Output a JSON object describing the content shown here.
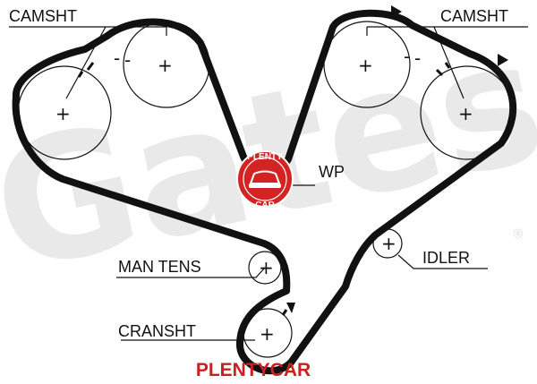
{
  "labels": {
    "camshaft_left": "CAMSHT",
    "camshaft_right": "CAMSHT",
    "water_pump": "WP",
    "manual_tensioner": "MAN TENS",
    "idler": "IDLER",
    "crankshaft": "CRANSHT"
  },
  "marks": {
    "plus": "+",
    "minus": "-"
  },
  "watermark": {
    "brand_word": "Gates",
    "registered_mark": "®"
  },
  "badge": {
    "top_text": "PLENTY",
    "bottom_text": "CAR"
  },
  "footer": {
    "brand": "PLENTYCAR"
  },
  "colors": {
    "belt": "#111111",
    "watermark": "#e9e9e9",
    "brand_red": "#cc1f1f",
    "badge_red": "#d42323"
  },
  "icons": {
    "rotation_arrow": "triangle-arrow-icon",
    "badge": "plentycar-car-badge-icon"
  }
}
